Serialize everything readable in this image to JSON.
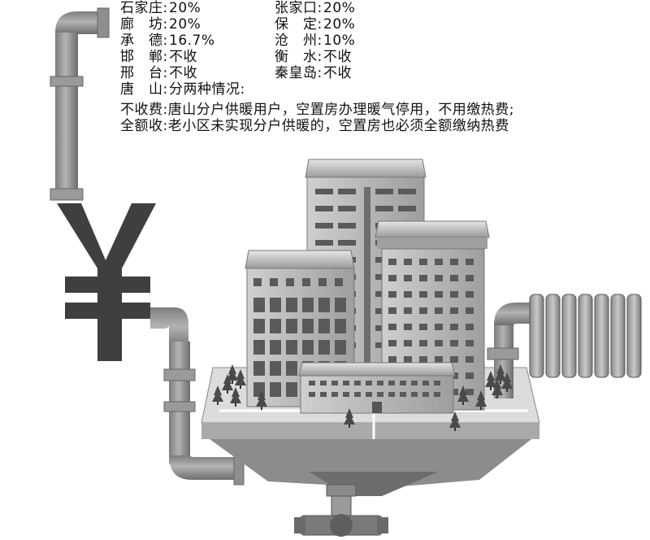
{
  "rates_left": [
    {
      "city": "石家庄:",
      "rate": "20%"
    },
    {
      "city": "廊　坊:",
      "rate": "20%"
    },
    {
      "city": "承　德:",
      "rate": "16.7%"
    },
    {
      "city": "邯　郸:",
      "rate": "不收"
    },
    {
      "city": "邢　台:",
      "rate": "不收"
    },
    {
      "city": "唐　山:",
      "rate": "分两种情况:"
    }
  ],
  "rates_right": [
    {
      "city": "张家口:",
      "rate": "20%"
    },
    {
      "city": "保　定:",
      "rate": "20%"
    },
    {
      "city": "沧　州:",
      "rate": "10%"
    },
    {
      "city": "衡　水:",
      "rate": "不收"
    },
    {
      "city": "秦皇岛:",
      "rate": "不收"
    }
  ],
  "tangshan_cases": [
    {
      "label": "不收费:",
      "text": "唐山分户供暖用户，空置房办理暖气停用，不用缴热费;"
    },
    {
      "label": "全额收:",
      "text": "老小区未实现分户供暖的，空置房也必须全额缴纳热费"
    }
  ],
  "yuan_symbol": "¥",
  "colors": {
    "pipe": "#9a9a9a",
    "pipe_dark": "#6f6f6f",
    "yuan": "#3f3f3f",
    "building": "#b8b8b8",
    "window": "#5a5a5a",
    "ground": "#dcdcdc"
  },
  "icons": [
    "yuan-icon",
    "pipe",
    "radiator-icon",
    "valve-icon",
    "tree-icon",
    "building"
  ]
}
